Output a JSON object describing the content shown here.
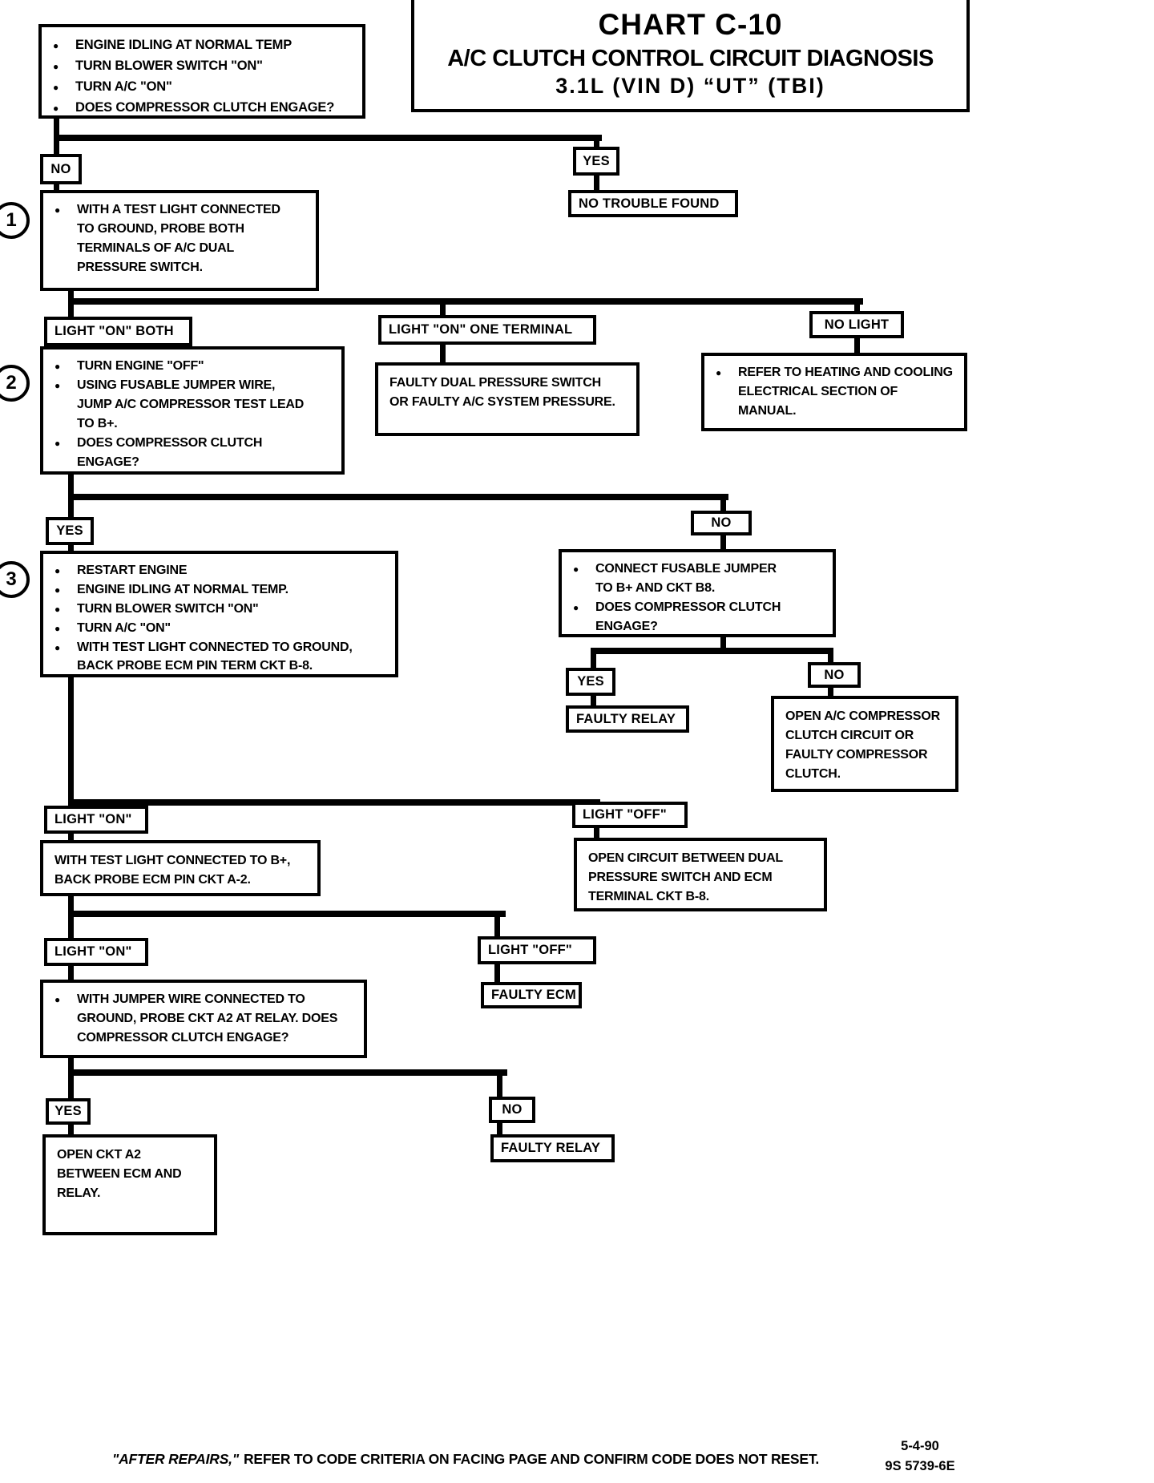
{
  "title": {
    "line1": "CHART C-10",
    "line2": "A/C CLUTCH CONTROL CIRCUIT DIAGNOSIS",
    "line3": "3.1L (VIN D) “UT” (TBI)"
  },
  "step_markers": [
    "1",
    "2",
    "3"
  ],
  "decisions": {
    "no": "NO",
    "yes": "YES",
    "light_on_both": "LIGHT \"ON\" BOTH",
    "light_on_one_terminal": "LIGHT \"ON\" ONE TERMINAL",
    "no_light": "NO LIGHT",
    "light_on": "LIGHT \"ON\"",
    "light_off": "LIGHT \"OFF\""
  },
  "nodes": {
    "start": {
      "bullets": [
        "ENGINE IDLING AT NORMAL TEMP",
        "TURN BLOWER SWITCH \"ON\"",
        "TURN A/C \"ON\"",
        "DOES COMPRESSOR CLUTCH ENGAGE?"
      ]
    },
    "no_trouble_found": {
      "text": "NO TROUBLE FOUND"
    },
    "probe_dual_pressure": {
      "bullets": [
        "WITH A TEST LIGHT CONNECTED TO GROUND, PROBE BOTH TERMINALS OF A/C DUAL PRESSURE SWITCH."
      ]
    },
    "jump_test_lead": {
      "bullets": [
        "TURN ENGINE \"OFF\"",
        "USING FUSABLE JUMPER WIRE, JUMP A/C COMPRESSOR TEST LEAD TO B+.",
        "DOES COMPRESSOR CLUTCH ENGAGE?"
      ]
    },
    "faulty_pressure_switch": {
      "text": "FAULTY DUAL PRESSURE SWITCH OR FAULTY A/C SYSTEM PRESSURE."
    },
    "refer_heating_cooling": {
      "bullets": [
        "REFER TO HEATING AND COOLING ELECTRICAL SECTION OF MANUAL."
      ]
    },
    "restart_back_probe_b8": {
      "bullets": [
        "RESTART ENGINE",
        "ENGINE IDLING AT NORMAL TEMP.",
        "TURN BLOWER SWITCH \"ON\"",
        "TURN A/C \"ON\"",
        "WITH TEST LIGHT CONNECTED TO GROUND, BACK PROBE ECM PIN TERM CKT B-8."
      ]
    },
    "connect_jumper_b8": {
      "bullets": [
        "CONNECT FUSABLE JUMPER TO B+ AND CKT B8.",
        "DOES COMPRESSOR CLUTCH ENGAGE?"
      ]
    },
    "faulty_relay_1": {
      "text": "FAULTY RELAY"
    },
    "open_compressor_clutch": {
      "text": "OPEN A/C COMPRESSOR CLUTCH CIRCUIT OR FAULTY COMPRESSOR CLUTCH."
    },
    "back_probe_a2": {
      "text": "WITH TEST LIGHT CONNECTED TO B+, BACK PROBE ECM PIN CKT A-2."
    },
    "open_circuit_b8": {
      "text": "OPEN CIRCUIT BETWEEN DUAL PRESSURE SWITCH AND ECM TERMINAL CKT B-8."
    },
    "faulty_ecm": {
      "text": "FAULTY ECM"
    },
    "probe_a2_relay": {
      "bullets": [
        "WITH JUMPER WIRE CONNECTED TO GROUND, PROBE CKT A2 AT RELAY. DOES COMPRESSOR CLUTCH ENGAGE?"
      ]
    },
    "open_ckt_a2": {
      "text": "OPEN CKT A2 BETWEEN ECM AND RELAY."
    },
    "faulty_relay_2": {
      "text": "FAULTY RELAY"
    }
  },
  "footer": {
    "note_quote": "\"AFTER REPAIRS,\"",
    "note_rest": "REFER TO CODE CRITERIA ON FACING PAGE AND CONFIRM CODE DOES NOT RESET.",
    "date": "5-4-90",
    "doc_number": "9S 5739-6E"
  },
  "colors": {
    "ink": "#000000",
    "paper": "#ffffff"
  }
}
